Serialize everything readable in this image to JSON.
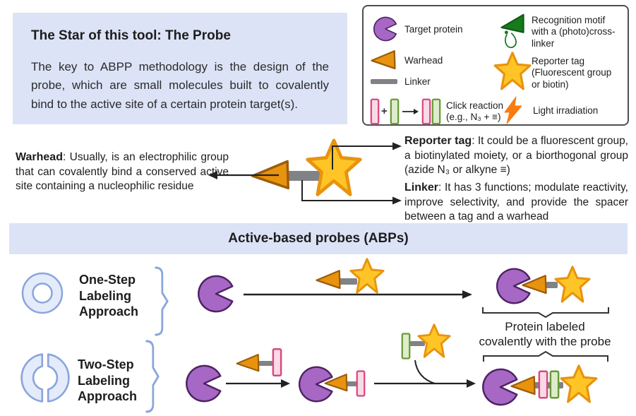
{
  "intro": {
    "title": "The Star of this tool: The Probe",
    "body": "The key to ABPP methodology is the design of the probe, which are small molecules built to covalently bind to the active site of a certain protein target(s)."
  },
  "legend": {
    "click_plus": "+",
    "items": [
      {
        "icon": "target-protein-icon",
        "label": "Target protein"
      },
      {
        "icon": "warhead-icon",
        "label": "Warhead"
      },
      {
        "icon": "linker-icon",
        "label": "Linker"
      },
      {
        "icon": "click-reaction-icon",
        "label": "Click reaction\n(e.g., N₃ + ≡)"
      },
      {
        "icon": "recognition-motif-icon",
        "label": "Recognition motif\nwith a (photo)cross-\nlinker"
      },
      {
        "icon": "reporter-tag-icon",
        "label": "Reporter tag\n(Fluorescent group\nor biotin)"
      },
      {
        "icon": "light-irradiation-icon",
        "label": "Light irradiation"
      }
    ]
  },
  "annotations": {
    "warhead_term": "Warhead",
    "warhead_desc": ": Usually, is an electrophilic group that can covalently bind a conserved active site containing a nucleophilic residue",
    "reporter_term": "Reporter tag",
    "reporter_desc": ": It could be a fluorescent group, a biotinylated moiety, or a biorthogonal group (azide N₃ or alkyne ≡)",
    "linker_term": "Linker",
    "linker_desc": ": It has 3 functions; modulate reactivity, improve selectivity, and provide the spacer between a tag and a warhead"
  },
  "banner": {
    "title": "Active-based probes (ABPs)"
  },
  "approaches": {
    "one_step_label": "One-Step\nLabeling\nApproach",
    "two_step_label": "Two-Step\nLabeling\nApproach",
    "product_caption": "Protein labeled\ncovalently with the probe"
  },
  "colors": {
    "panel_lavender": "#dde3f6",
    "protein_purple": "#a767c4",
    "protein_purple_outline": "#4e2365",
    "warhead_orange": "#e8930e",
    "warhead_orange_outline": "#9c5c08",
    "star_gold": "#ffc527",
    "star_outline": "#e8930e",
    "linker_gray": "#808286",
    "click_pink_fill": "#fbd9e7",
    "click_pink_outline": "#d6497f",
    "click_green_fill": "#ddecca",
    "click_green_outline": "#679a38",
    "motif_green": "#177a1d",
    "bolt_orange": "#f97c10",
    "approach_icon_blue": "#8aa5dc",
    "approach_icon_fill": "#e4ebfa",
    "arrow_black": "#222222"
  }
}
